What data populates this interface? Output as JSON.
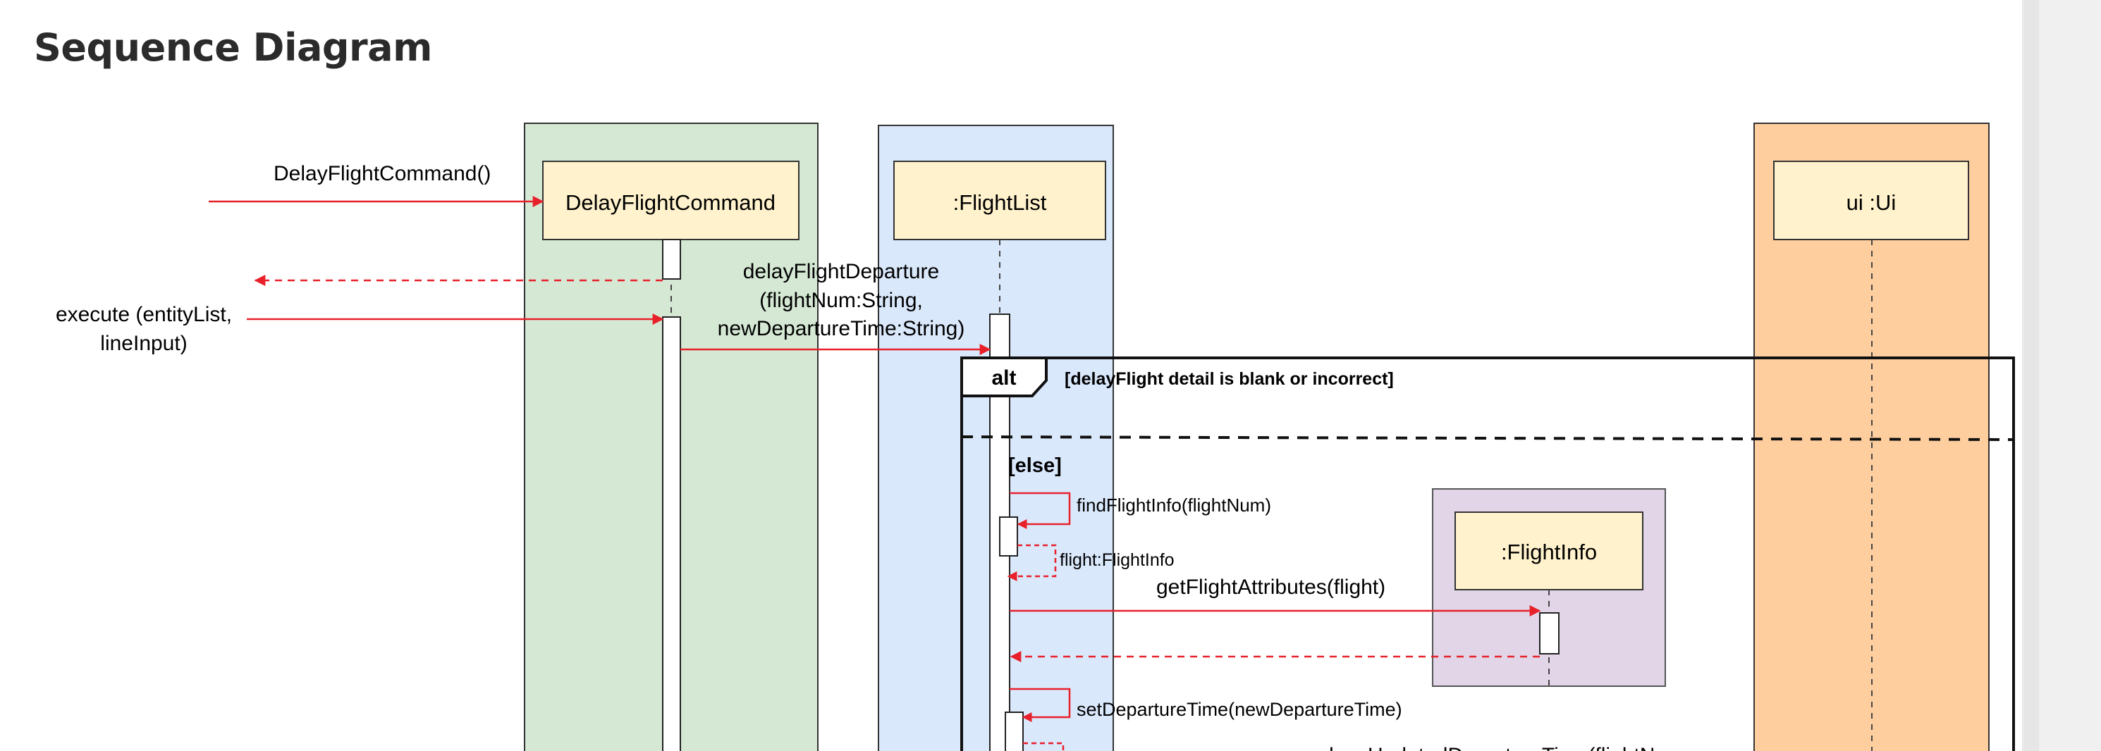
{
  "page": {
    "title": "Sequence Diagram"
  },
  "diagram": {
    "lifelines": {
      "delay_command": "DelayFlightCommand",
      "flight_list": ":FlightList",
      "ui": "ui :Ui",
      "flight_info": ":FlightInfo"
    },
    "messages": {
      "constructor_call": "DelayFlightCommand()",
      "execute_line1": "execute (entityList,",
      "execute_line2": "lineInput)",
      "delay_departure_line1": "delayFlightDeparture",
      "delay_departure_line2": "(flightNum:String,",
      "delay_departure_line3": "newDepartureTime:String)",
      "find_flight_info": "findFlightInfo(flightNum)",
      "flight_return": "flight:FlightInfo",
      "get_attributes": "getFlightAttributes(flight)",
      "set_departure": "setDepartureTime(newDepartureTime)",
      "show_updated": "showUpdatedDepartureTime(flightNum,"
    },
    "fragment": {
      "operator": "alt",
      "guard_1": "[delayFlight detail is blank or incorrect]",
      "guard_2": "[else]"
    },
    "colors": {
      "command_box": "#d5e8d4",
      "flightlist_box": "#dae8fc",
      "ui_box": "#ffce9f",
      "flightinfo_box": "#e1d5e7",
      "header_fill": "#fff2cc",
      "arrow": "#e8202a"
    }
  }
}
